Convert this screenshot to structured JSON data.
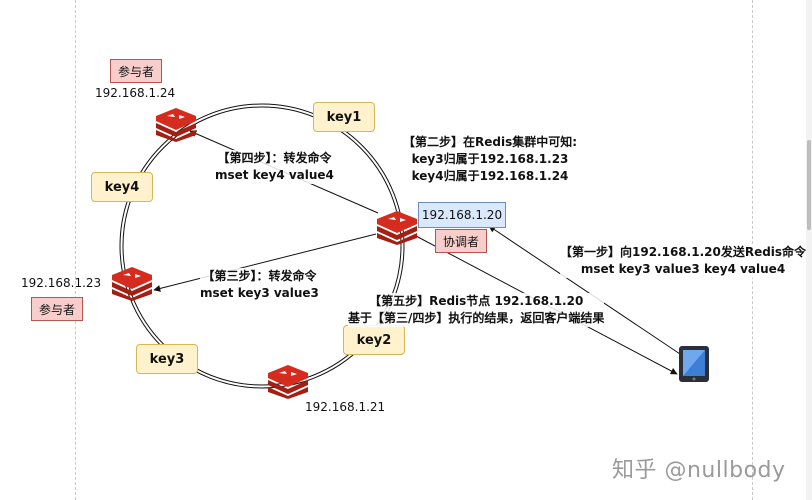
{
  "nodes": {
    "top_left": {
      "ip": "192.168.1.24",
      "role": "参与者"
    },
    "left": {
      "ip": "192.168.1.23",
      "role": "参与者"
    },
    "bottom": {
      "ip": "192.168.1.21"
    },
    "coordinator": {
      "ip": "192.168.1.20",
      "role": "协调者"
    }
  },
  "keys": {
    "key1": "key1",
    "key2": "key2",
    "key3": "key3",
    "key4": "key4"
  },
  "steps": {
    "step1": {
      "line1": "【第一步】向192.168.1.20发送Redis命令",
      "line2": "mset key3 value3 key4 value4"
    },
    "step2": {
      "line1": "【第二步】在Redis集群中可知:",
      "line2": "key3归属于192.168.1.23",
      "line3": "key4归属于192.168.1.24"
    },
    "step3": {
      "line1": "【第三步】：转发命令",
      "line2": "mset key3 value3"
    },
    "step4": {
      "line1": "【第四步】：转发命令",
      "line2": "mset key4 value4"
    },
    "step5": {
      "line1": "【第五步】Redis节点 192.168.1.20",
      "line2": "基于【第三/四步】执行的结果，返回客户端结果"
    }
  },
  "watermark": "知乎 @nullbody",
  "colors": {
    "key_fill": "#fff2cc",
    "key_border": "#d6b656",
    "role_fill": "#f8cecc",
    "role_border": "#b85450",
    "ip_fill": "#dae8fc",
    "ip_border": "#6c8ebf",
    "redis_red": "#d62b1f"
  }
}
